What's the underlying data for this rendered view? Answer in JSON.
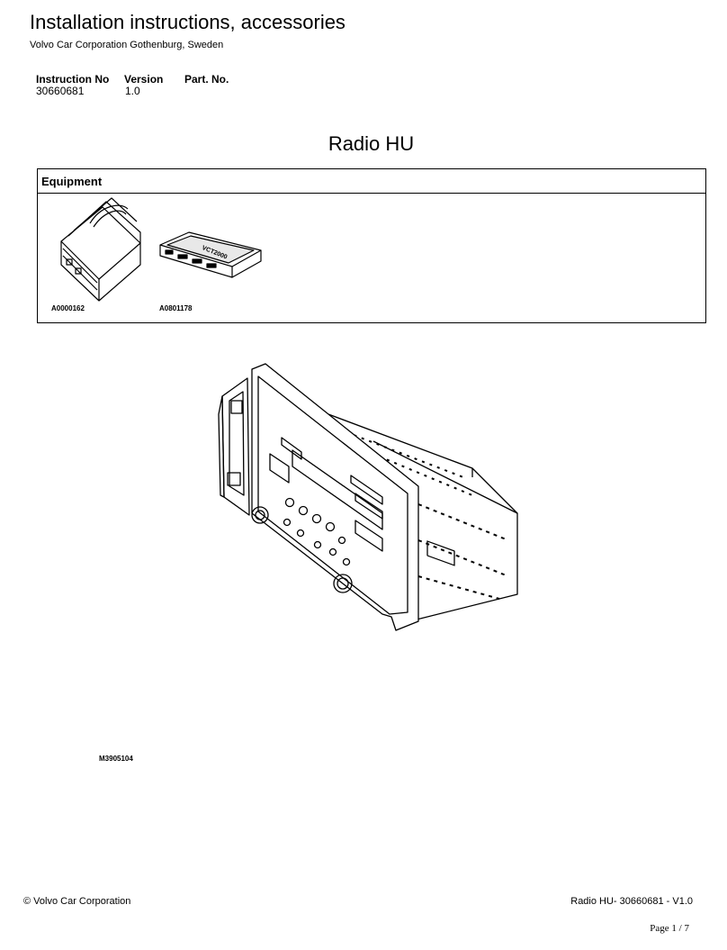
{
  "header": {
    "title": "Installation instructions, accessories",
    "company": "Volvo Car Corporation Gothenburg, Sweden"
  },
  "meta": {
    "instruction_no_label": "Instruction No",
    "instruction_no": "30660681",
    "version_label": "Version",
    "version": "1.0",
    "part_no_label": "Part. No."
  },
  "document_title": "Radio HU",
  "equipment": {
    "heading": "Equipment",
    "items": [
      {
        "code": "A0000162",
        "icon": "toolbox-icon"
      },
      {
        "code": "A0801178",
        "icon": "vida-cd-icon"
      }
    ],
    "cd_label": "VCT2000"
  },
  "main_figure": {
    "code": "M3905104",
    "icon": "radio-head-unit-icon"
  },
  "footer": {
    "copyright": "© Volvo Car Corporation",
    "doc_ref": "Radio HU- 30660681 - V1.0",
    "page": "Page 1 / 7"
  }
}
